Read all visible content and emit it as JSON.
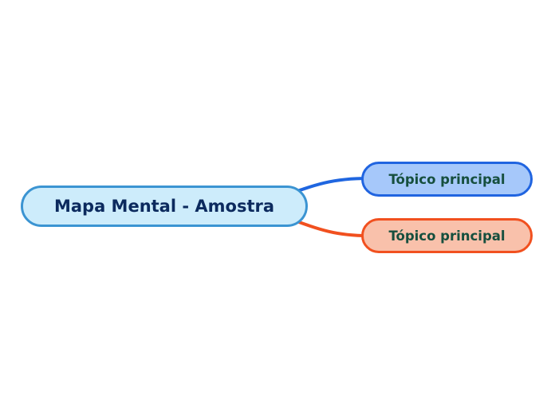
{
  "diagram": {
    "type": "mindmap",
    "background_color": "#ffffff",
    "root": {
      "label": "Mapa Mental - Amostra",
      "fill": "#cdecfb",
      "border": "#3b94d2",
      "text_color": "#0c2a5e"
    },
    "children": [
      {
        "label": "Tópico principal",
        "fill": "#a6c8fa",
        "border": "#2064e0",
        "text_color": "#164f3e",
        "link_color": "#1f66e0"
      },
      {
        "label": "Tópico principal",
        "fill": "#f9c1ab",
        "border": "#f1501f",
        "text_color": "#164f3e",
        "link_color": "#f1501f"
      }
    ]
  }
}
